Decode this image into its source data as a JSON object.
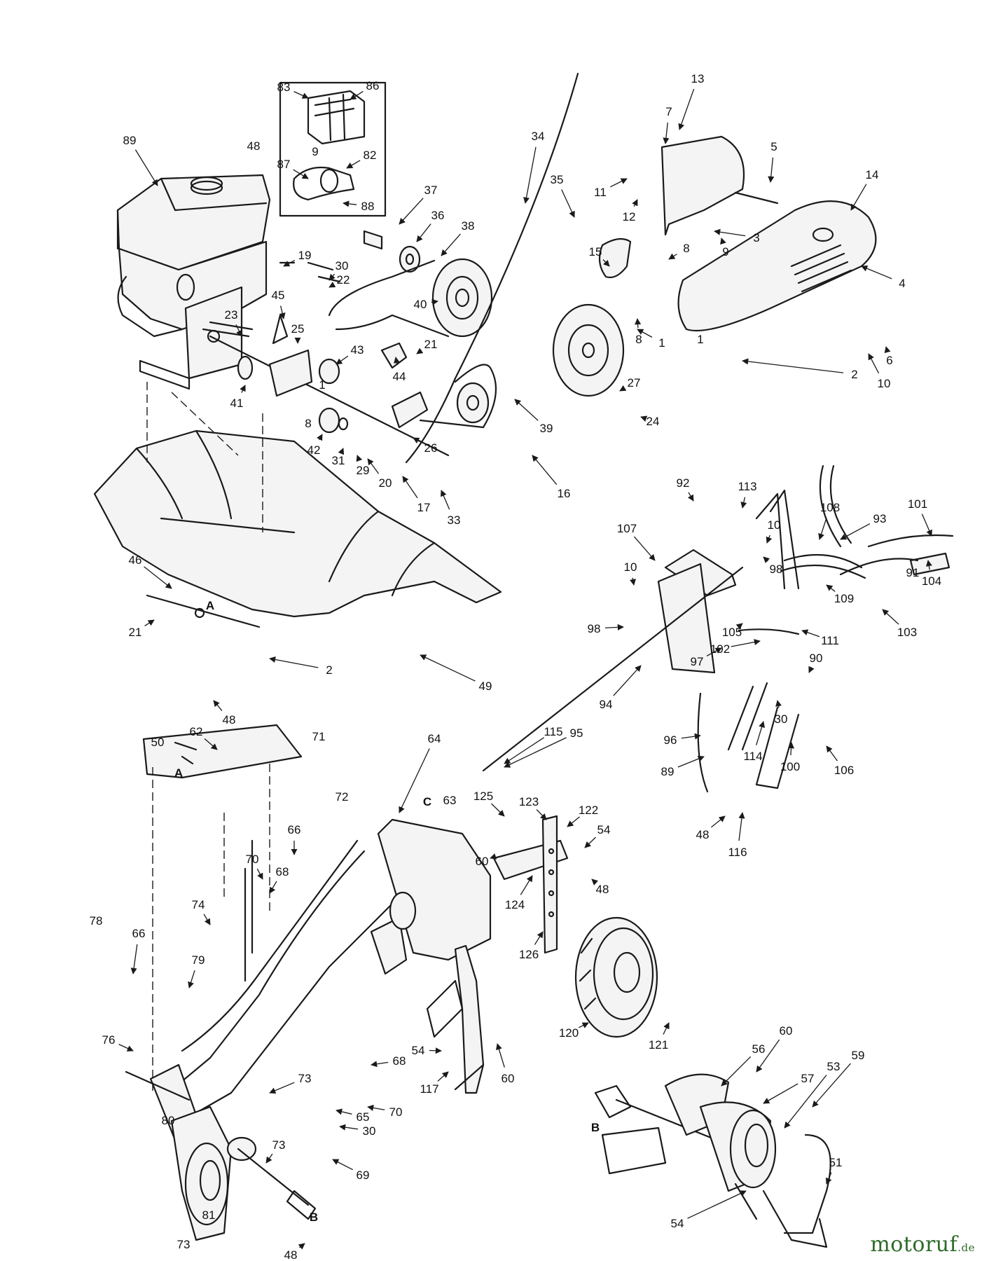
{
  "part_labels": [
    "1",
    "2",
    "3",
    "4",
    "5",
    "6",
    "7",
    "8",
    "9",
    "10",
    "11",
    "12",
    "13",
    "14",
    "15",
    "16",
    "17",
    "19",
    "20",
    "21",
    "22",
    "23",
    "24",
    "25",
    "26",
    "27",
    "29",
    "30",
    "31",
    "33",
    "34",
    "35",
    "36",
    "37",
    "38",
    "39",
    "40",
    "41",
    "42",
    "43",
    "44",
    "45",
    "46",
    "48",
    "49",
    "50",
    "51",
    "53",
    "54",
    "56",
    "57",
    "59",
    "60",
    "62",
    "63",
    "64",
    "65",
    "66",
    "68",
    "69",
    "70",
    "71",
    "72",
    "73",
    "74",
    "76",
    "78",
    "79",
    "80",
    "81",
    "82",
    "83",
    "86",
    "87",
    "88",
    "89",
    "90",
    "91",
    "92",
    "93",
    "94",
    "95",
    "96",
    "97",
    "98",
    "100",
    "101",
    "102",
    "103",
    "104",
    "105",
    "106",
    "107",
    "108",
    "109",
    "111",
    "113",
    "114",
    "115",
    "116",
    "117",
    "120",
    "121",
    "122",
    "123",
    "124",
    "125",
    "126"
  ],
  "section_markers": [
    "A",
    "B",
    "C"
  ],
  "watermark": {
    "name": "motoruf",
    "tld": ".de"
  }
}
